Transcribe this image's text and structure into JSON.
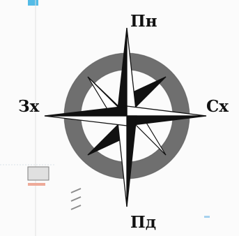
{
  "compass": {
    "labels": {
      "north": "Пн",
      "east": "Сх",
      "south": "Пд",
      "west": "Зх"
    },
    "colors": {
      "ring": "#6f6f6f",
      "ink": "#111111",
      "white": "#ffffff",
      "accent_blue": "#1da6df"
    }
  }
}
